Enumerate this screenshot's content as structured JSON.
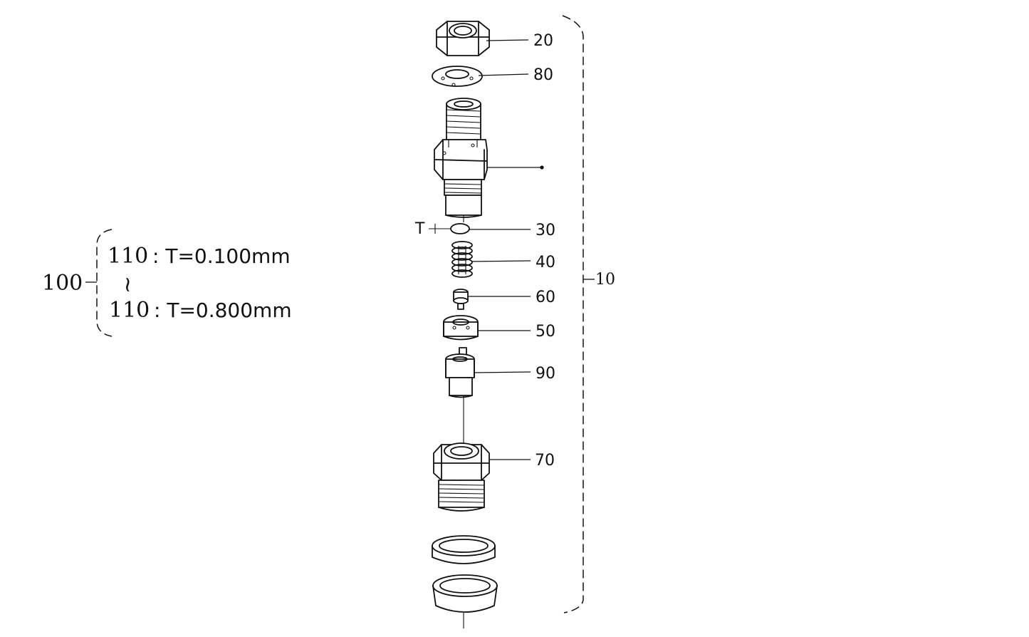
{
  "callouts": {
    "c20": "20",
    "c80": "80",
    "c30": "30",
    "c40": "40",
    "c60": "60",
    "c50": "50",
    "c90": "90",
    "c70": "70",
    "c10": "10",
    "t_mark": "T"
  },
  "shim_range": {
    "group_label": "100",
    "item_first": "110",
    "spec_first": ": T=0.100mm",
    "tilde": "~",
    "item_last": "110",
    "spec_last": ": T=0.800mm"
  }
}
